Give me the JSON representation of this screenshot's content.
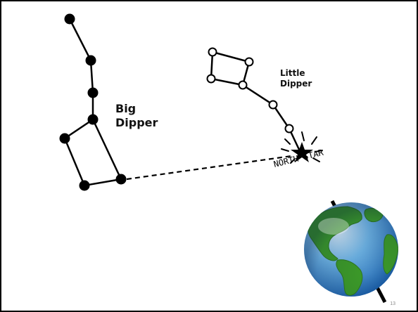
{
  "slide": {
    "big_dipper_label_line1": "Big",
    "big_dipper_label_line2": "Dipper",
    "little_dipper_label_line1": "Little",
    "little_dipper_label_line2": "Dipper",
    "north_star_label": "NORTH STAR",
    "slide_number": "13"
  },
  "colors": {
    "background": "#ffffff",
    "stars_big_dipper": "#000000",
    "stars_little_dipper": "#ffffff",
    "ocean": "#2f7fc8",
    "land": "#3f9a2c",
    "axis": "#000000"
  },
  "icons": {
    "north_star": "star-icon",
    "earth": "globe-icon"
  }
}
